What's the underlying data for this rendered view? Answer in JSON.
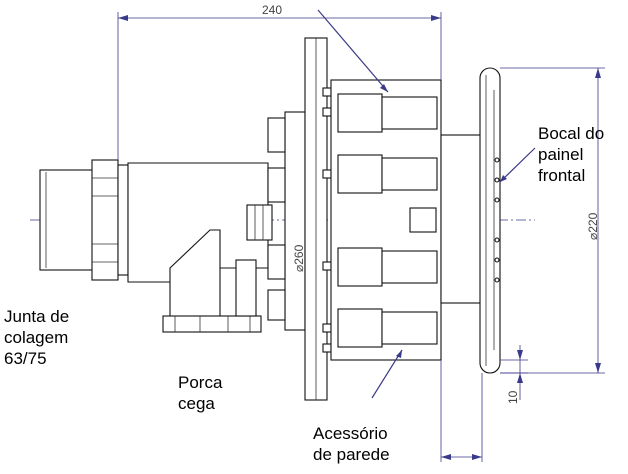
{
  "dimensions": {
    "overall_length": "240",
    "flange_diameter": "⌀260",
    "nozzle_diameter": "⌀220",
    "nozzle_depth": "10"
  },
  "labels": {
    "glue_joint": [
      "Junta de",
      "colagem",
      "63/75"
    ],
    "blind_nut": [
      "Porca",
      "cega"
    ],
    "wall_accessory": [
      "Acessório",
      "de parede"
    ],
    "front_panel_nozzle": [
      "Bocal do",
      "painel",
      "frontal"
    ]
  }
}
